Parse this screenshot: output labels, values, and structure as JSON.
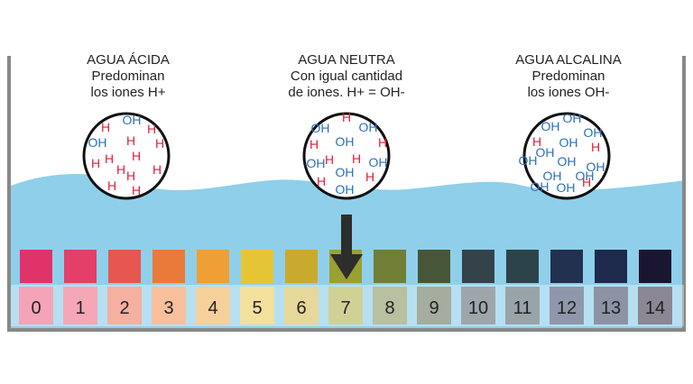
{
  "sections": [
    {
      "title": "AGUA ÁCIDA",
      "line2": "Predominan",
      "line3": "los iones H+"
    },
    {
      "title": "AGUA NEUTRA",
      "line2": "Con igual cantidad",
      "line3": "de iones. H+ = OH-"
    },
    {
      "title": "AGUA ALCALINA",
      "line2": "Predominan",
      "line3": "los iones OH-"
    }
  ],
  "ion_labels": {
    "h": "H",
    "oh": "OH"
  },
  "ion_colors": {
    "h": "#e0203a",
    "oh": "#2a70b8"
  },
  "water_color": "#8fcfea",
  "ph_scale": [
    {
      "value": "0",
      "strip": "#e0336a",
      "cell": "#f5a4b8"
    },
    {
      "value": "1",
      "strip": "#e33f68",
      "cell": "#f6a7b6"
    },
    {
      "value": "2",
      "strip": "#e5574f",
      "cell": "#f5b0a0"
    },
    {
      "value": "3",
      "strip": "#ea7a3a",
      "cell": "#f7bf9c"
    },
    {
      "value": "4",
      "strip": "#eea034",
      "cell": "#f6d09b"
    },
    {
      "value": "5",
      "strip": "#e6c534",
      "cell": "#f2e09c"
    },
    {
      "value": "6",
      "strip": "#c9aa2d",
      "cell": "#e6d79a"
    },
    {
      "value": "7",
      "strip": "#9aa031",
      "cell": "#cfd294"
    },
    {
      "value": "8",
      "strip": "#717e35",
      "cell": "#b8c09f"
    },
    {
      "value": "9",
      "strip": "#485638",
      "cell": "#a4ad9e"
    },
    {
      "value": "10",
      "strip": "#344249",
      "cell": "#9ea6ab"
    },
    {
      "value": "11",
      "strip": "#2d434a",
      "cell": "#99a4a8"
    },
    {
      "value": "12",
      "strip": "#22314f",
      "cell": "#8f98aa"
    },
    {
      "value": "13",
      "strip": "#1e2a4c",
      "cell": "#8d93a5"
    },
    {
      "value": "14",
      "strip": "#1a1630",
      "cell": "#8b8794"
    }
  ],
  "indicator": {
    "points_to": "7",
    "color": "#2d2d2d"
  }
}
